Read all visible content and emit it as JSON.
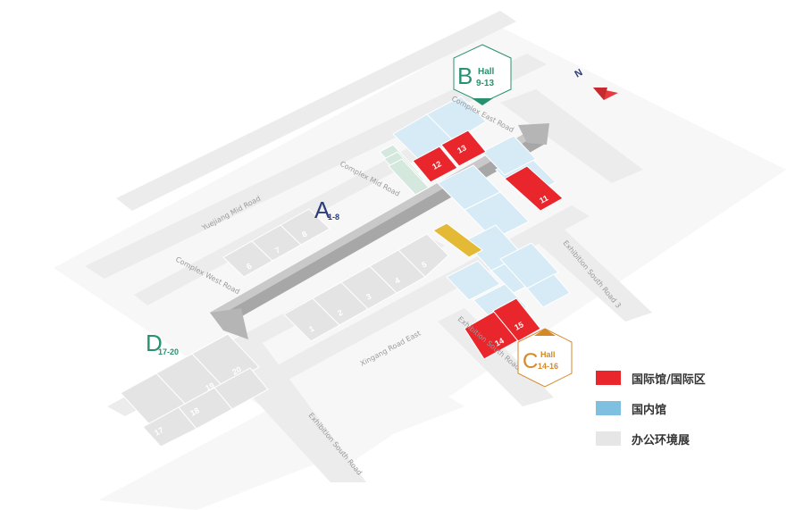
{
  "colors": {
    "international": "#e8262c",
    "domestic": "#7fc0e0",
    "office": "#e6e6e6",
    "road": "#eeeeee",
    "plaza": "#f6f6f6",
    "green_zone": "#2a9170",
    "orange_zone": "#d4882a",
    "navy_zone": "#2c3e7a",
    "compass_red": "#e63a3e",
    "walkway": "#a7a7a7",
    "yellow_block": "#e3b935"
  },
  "compass": {
    "label": "N",
    "icon": "compass-arrow-icon"
  },
  "zones": {
    "A": {
      "letter": "A",
      "range": "1-8"
    },
    "B": {
      "letter": "B",
      "hall_word": "Hall",
      "range": "9-13"
    },
    "C": {
      "letter": "C",
      "hall_word": "Hall",
      "range": "14-16"
    },
    "D": {
      "letter": "D",
      "range": "17-20"
    }
  },
  "roads": {
    "complex_east": "Complex East Road",
    "complex_mid": "Complex Mid Road",
    "complex_west": "Complex West Road",
    "yuejiang_mid": "Yuejiang Mid Road",
    "xingang_east": "Xingang Road East",
    "exhibition_south": "Exhibition South Road",
    "exhibition_south_2": "Exhibition South Road 2",
    "exhibition_south_3": "Exhibition South Road 3"
  },
  "halls": {
    "h1": "1",
    "h2": "2",
    "h3": "3",
    "h4": "4",
    "h5": "5",
    "h6": "6",
    "h7": "7",
    "h8": "8",
    "h11": "11",
    "h12": "12",
    "h13": "13",
    "h14": "14",
    "h15": "15",
    "h17": "17",
    "h18": "18",
    "h19": "19",
    "h20": "20"
  },
  "legend": [
    {
      "label": "国际馆/国际区",
      "color": "#e8262c"
    },
    {
      "label": "国内馆",
      "color": "#7fc0e0"
    },
    {
      "label": "办公环境展",
      "color": "#e6e6e6"
    }
  ]
}
